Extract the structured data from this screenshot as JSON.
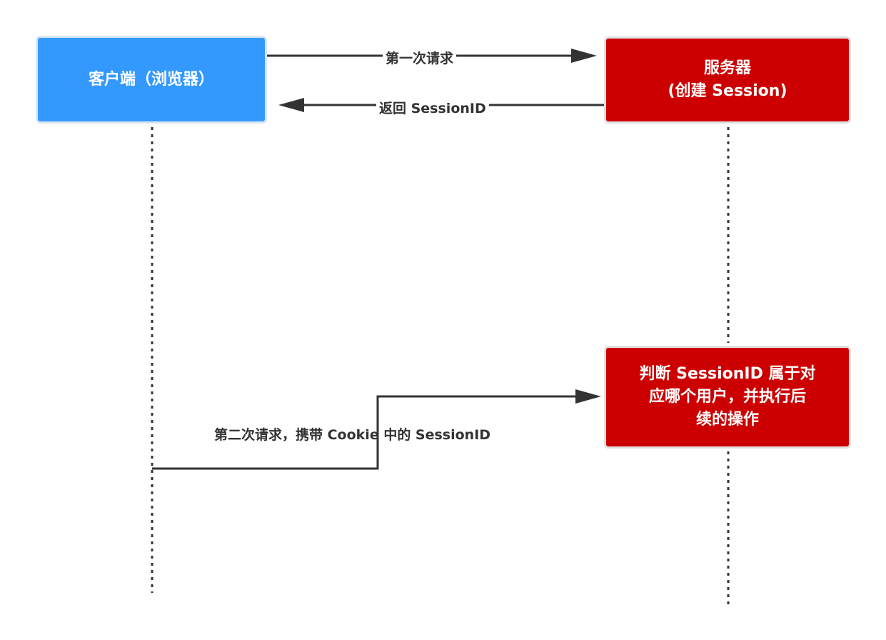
{
  "client": {
    "label": "客户端（浏览器）"
  },
  "server": {
    "line1": "服务器",
    "line2": "(创建 Session)"
  },
  "judge": {
    "line1": "判断 SessionID 属于对",
    "line2": "应哪个用户，并执行后",
    "line3": "续的操作"
  },
  "messages": {
    "first_request": "第一次请求",
    "return_id": "返回 SessionID",
    "second_request": "第二次请求，携带 Cookie 中的 SessionID"
  },
  "colors": {
    "client": "#3399ff",
    "server": "#cc0000",
    "arrow": "#333333",
    "text": "#333333"
  }
}
